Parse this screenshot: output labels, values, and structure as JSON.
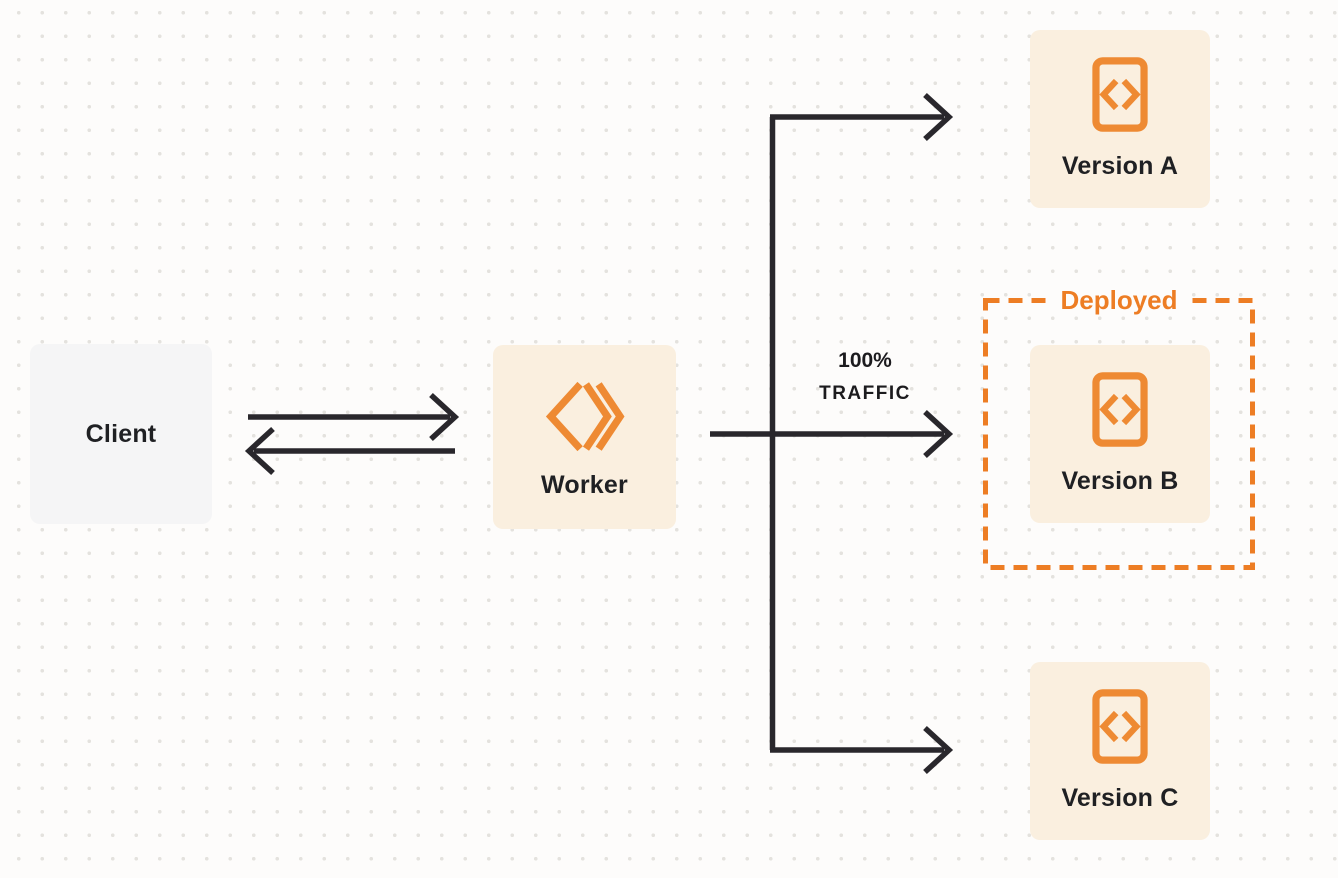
{
  "diagram": {
    "description": "Worker traffic routing diagram",
    "nodes": {
      "client": {
        "label": "Client"
      },
      "worker": {
        "label": "Worker"
      },
      "version_a": {
        "label": "Version A"
      },
      "version_b": {
        "label": "Version B"
      },
      "version_c": {
        "label": "Version C"
      }
    },
    "edges": {
      "traffic_label_line1": "100%",
      "traffic_label_line2": "TRAFFIC"
    },
    "deployed": {
      "label": "Deployed"
    },
    "icons": {
      "worker": "workers-double-chevron-icon",
      "version": "code-file-icon"
    },
    "palette": {
      "background": "#FDFCFB",
      "grid_dot": "#E4E2DE",
      "client_box": "#F5F5F6",
      "peach_box": "#FAEFDF",
      "icon_orange": "#EE8A33",
      "accent_orange": "#ED7D24",
      "line_dark": "#29272C",
      "text_dark": "#1F2023"
    }
  }
}
